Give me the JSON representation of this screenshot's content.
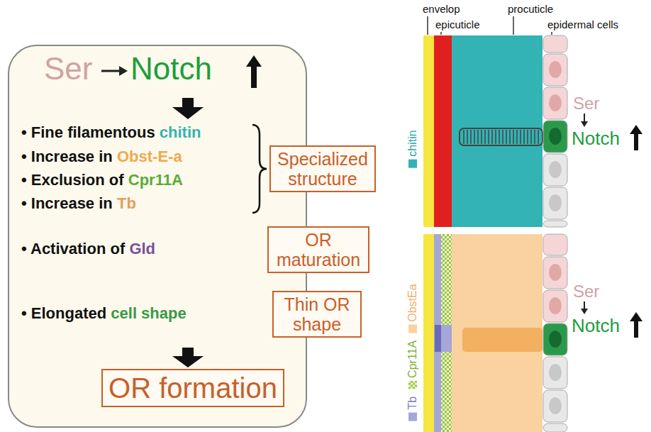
{
  "diagram": {
    "nodes": [
      {
        "text": [
          "Specialized structure"
        ]
      },
      {
        "text": [
          "OR maturation"
        ]
      },
      {
        "text": [
          "Thin OR shape"
        ]
      },
      {
        "text": [
          "OR formation"
        ]
      }
    ],
    "labels": [
      "Ser",
      "Notch",
      "• Fine filamentous",
      "chitin",
      "• Increase in",
      "Obst-E-a",
      "• Exclusion of",
      "Cpr11A",
      "• Increase in",
      "Tb",
      "• Activation of",
      "Gld",
      "• Elongated",
      "cell shape",
      "envelop",
      "epicuticle",
      "procuticle",
      "epidermal cells",
      "Ser",
      "Notch",
      "Ser",
      "Notch"
    ],
    "legend": [
      {
        "text": "chitin",
        "color": "#33b3b3"
      },
      {
        "text": "Tb",
        "color": "#a6a6d8"
      },
      {
        "text": "Cpr11A"
      },
      {
        "text": "ObstEa",
        "color": "#f9d2a0"
      }
    ]
  }
}
